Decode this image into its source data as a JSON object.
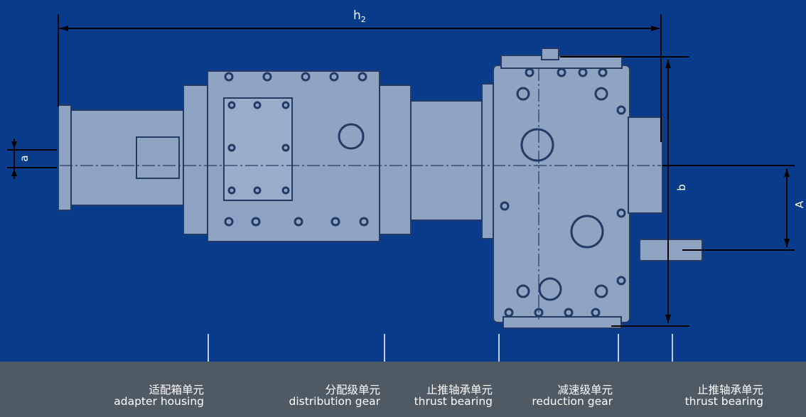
{
  "dimensions": {
    "h2_main": "h",
    "h2_sub": "2",
    "a": "a",
    "b": "b",
    "A": "A"
  },
  "units": [
    {
      "cn": "适配箱单元",
      "en": "adapter housing"
    },
    {
      "cn": "分配级单元",
      "en": "distribution gear"
    },
    {
      "cn": "止推轴承单元",
      "en": "thrust bearing"
    },
    {
      "cn": "减速级单元",
      "en": "reduction gear"
    },
    {
      "cn": "止推轴承单元",
      "en": "thrust bearing"
    }
  ],
  "colors": {
    "background": "#083c8a",
    "footer": "#4e5b64",
    "housing": "#8fa3c3",
    "outline": "#243a66",
    "lines": "#000000",
    "text": "#ffffff"
  }
}
